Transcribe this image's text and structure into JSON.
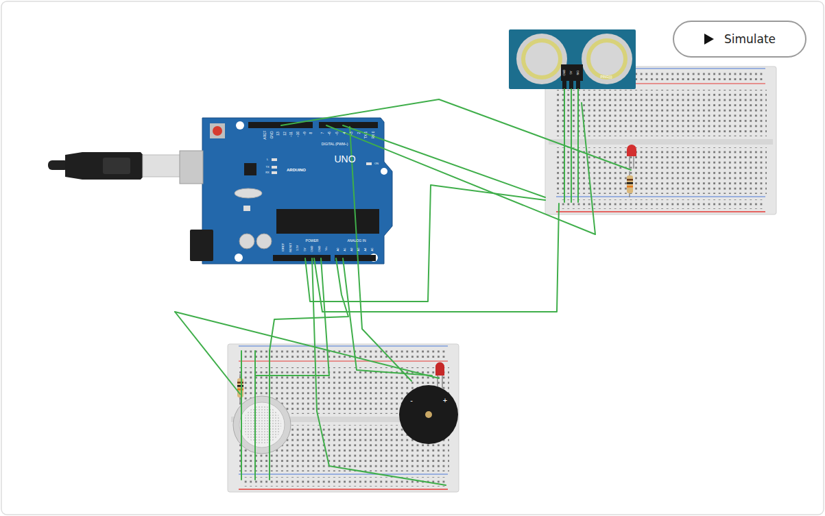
{
  "diagram": {
    "nodes": [
      {
        "text": [
          "Simulate"
        ]
      }
    ],
    "labels": [
      "PING)))",
      "GND",
      "5V",
      "SIG",
      "AREF",
      "GND",
      "13",
      "12",
      "~11",
      "~10",
      "~9",
      "8",
      "7",
      "~6",
      "~5",
      "4",
      "~3",
      "2",
      "TX 1",
      "RX 0",
      "DIGITAL (PWM~)",
      "ARDUINO",
      "UNO",
      "L",
      "TX",
      "RX",
      "ON",
      "IOREF",
      "RESET",
      "3.3V",
      "5V",
      "GND",
      "GND",
      "Vin",
      "A0",
      "A1",
      "A2",
      "A3",
      "A4",
      "A5",
      "POWER",
      "ANALOG IN",
      "-",
      "+"
    ]
  }
}
